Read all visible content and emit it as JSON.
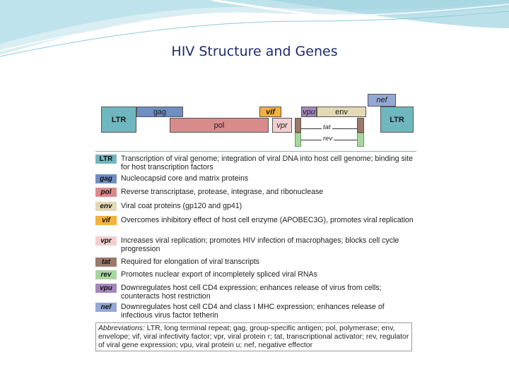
{
  "slide": {
    "title": "HIV Structure and Genes"
  },
  "genome": {
    "ltr_left": "LTR",
    "ltr_right": "LTR",
    "gag": "gag",
    "pol": "pol",
    "vif": "vif",
    "vpr": "vpr",
    "vpu": "vpu",
    "env": "env",
    "nef": "nef",
    "tat": "tat",
    "rev": "rev"
  },
  "legend": [
    {
      "gene": "LTR",
      "color": "#6fb7bf",
      "text": "Transcription of viral genome; integration of viral DNA into host cell genome; binding site for host transcription factors"
    },
    {
      "gene": "gag",
      "color": "#6f8fc4",
      "text": "Nucleocapsid core and matrix proteins"
    },
    {
      "gene": "pol",
      "color": "#d98b8b",
      "text": "Reverse transcriptase, protease, integrase, and ribonuclease"
    },
    {
      "gene": "env",
      "color": "#e3d9b6",
      "text": "Viral coat proteins (gp120 and gp41)"
    },
    {
      "gene": "vif",
      "color": "#f4b13c",
      "text": "Overcomes inhibitory effect of host cell enzyme (APOBEC3G), promotes viral replication"
    },
    {
      "gene": "vpr",
      "color": "#f2cfcf",
      "text": "Increases viral replication; promotes HIV infection of macrophages; blocks cell cycle progression"
    },
    {
      "gene": "tat",
      "color": "#9a7a6a",
      "text": "Required for elongation of viral transcripts"
    },
    {
      "gene": "rev",
      "color": "#a8d6a0",
      "text": "Promotes nuclear export of incompletely spliced viral RNAs"
    },
    {
      "gene": "vpu",
      "color": "#a487bd",
      "text": "Downregulates host cell CD4 expression; enhances release of virus from cells; counteracts host restriction"
    },
    {
      "gene": "nef",
      "color": "#93a8d4",
      "text": "Downregulates host cell CD4 and class I MHC expression; enhances release of infectious virus factor tetherin"
    }
  ],
  "abbreviations": {
    "label": "Abbreviations:",
    "text": "LTR, long terminal repeat; gag, group-specific antigen; pol, polymerase; env, envelope; vif, viral infectivity factor; vpr, viral protein r; tat, transcriptional activator; rev, regulator of viral gene expression; vpu, viral protein u; nef, negative effector"
  }
}
